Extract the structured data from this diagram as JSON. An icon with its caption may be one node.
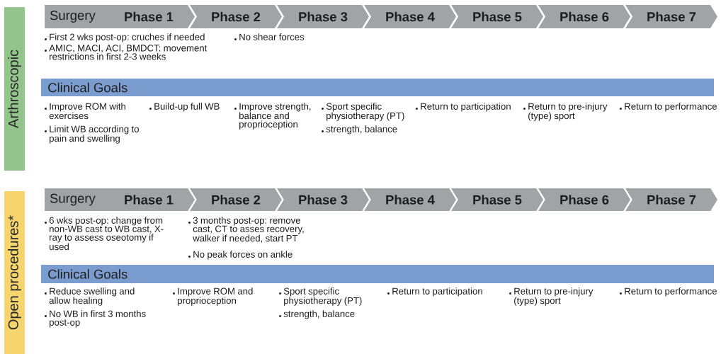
{
  "diagram": {
    "nodes": [
      {
        "text": [
          "Arthroscopic"
        ]
      },
      {
        "text": [
          "Surgery"
        ]
      },
      {
        "text": [
          "Phase 1"
        ]
      },
      {
        "text": [
          "Phase 2"
        ]
      },
      {
        "text": [
          "Phase 3"
        ]
      },
      {
        "text": [
          "Phase 4"
        ]
      },
      {
        "text": [
          "Phase 5"
        ]
      },
      {
        "text": [
          "Phase 6"
        ]
      },
      {
        "text": [
          "Phase 7"
        ]
      },
      {
        "text": [
          "Clinical Goals"
        ]
      },
      {
        "text": [
          "Open procedures*"
        ]
      },
      {
        "text": [
          "Surgery"
        ]
      },
      {
        "text": [
          "Phase 1"
        ]
      },
      {
        "text": [
          "Phase 2"
        ]
      },
      {
        "text": [
          "Phase 3"
        ]
      },
      {
        "text": [
          "Phase 4"
        ]
      },
      {
        "text": [
          "Phase 5"
        ]
      },
      {
        "text": [
          "Phase 6"
        ]
      },
      {
        "text": [
          "Phase 7"
        ]
      },
      {
        "text": [
          "Clinical Goals"
        ]
      }
    ],
    "labels": [
      "First 2 wks post-op: cruches if needed",
      "AMIC, MACI, ACI, BMDCT: movement restrictions in first 2-3 weeks",
      "No shear forces",
      "Improve ROM with exercises",
      "Limit WB according to pain and swelling",
      "Build-up full WB",
      "Improve strength, balance and proprioception",
      "Sport specific physiotherapy (PT)",
      "strength, balance",
      "Return to participation",
      "Return to pre-injury (type) sport",
      "Return to performance",
      "6 wks post-op: change from non-WB cast to WB cast, X-ray to assess oseotomy if used",
      "3 months post-op: remove cast, CT to asses recovery, walker if needed, start PT",
      "No peak forces on ankle",
      "Reduce swelling and allow healing",
      "No WB in first 3 months post-op",
      "Improve ROM and proprioception",
      "Sport specific physiotherapy (PT)",
      "strength, balance",
      "Return to participation",
      "Return to pre-injury (type) sport",
      "Return to performance"
    ]
  }
}
